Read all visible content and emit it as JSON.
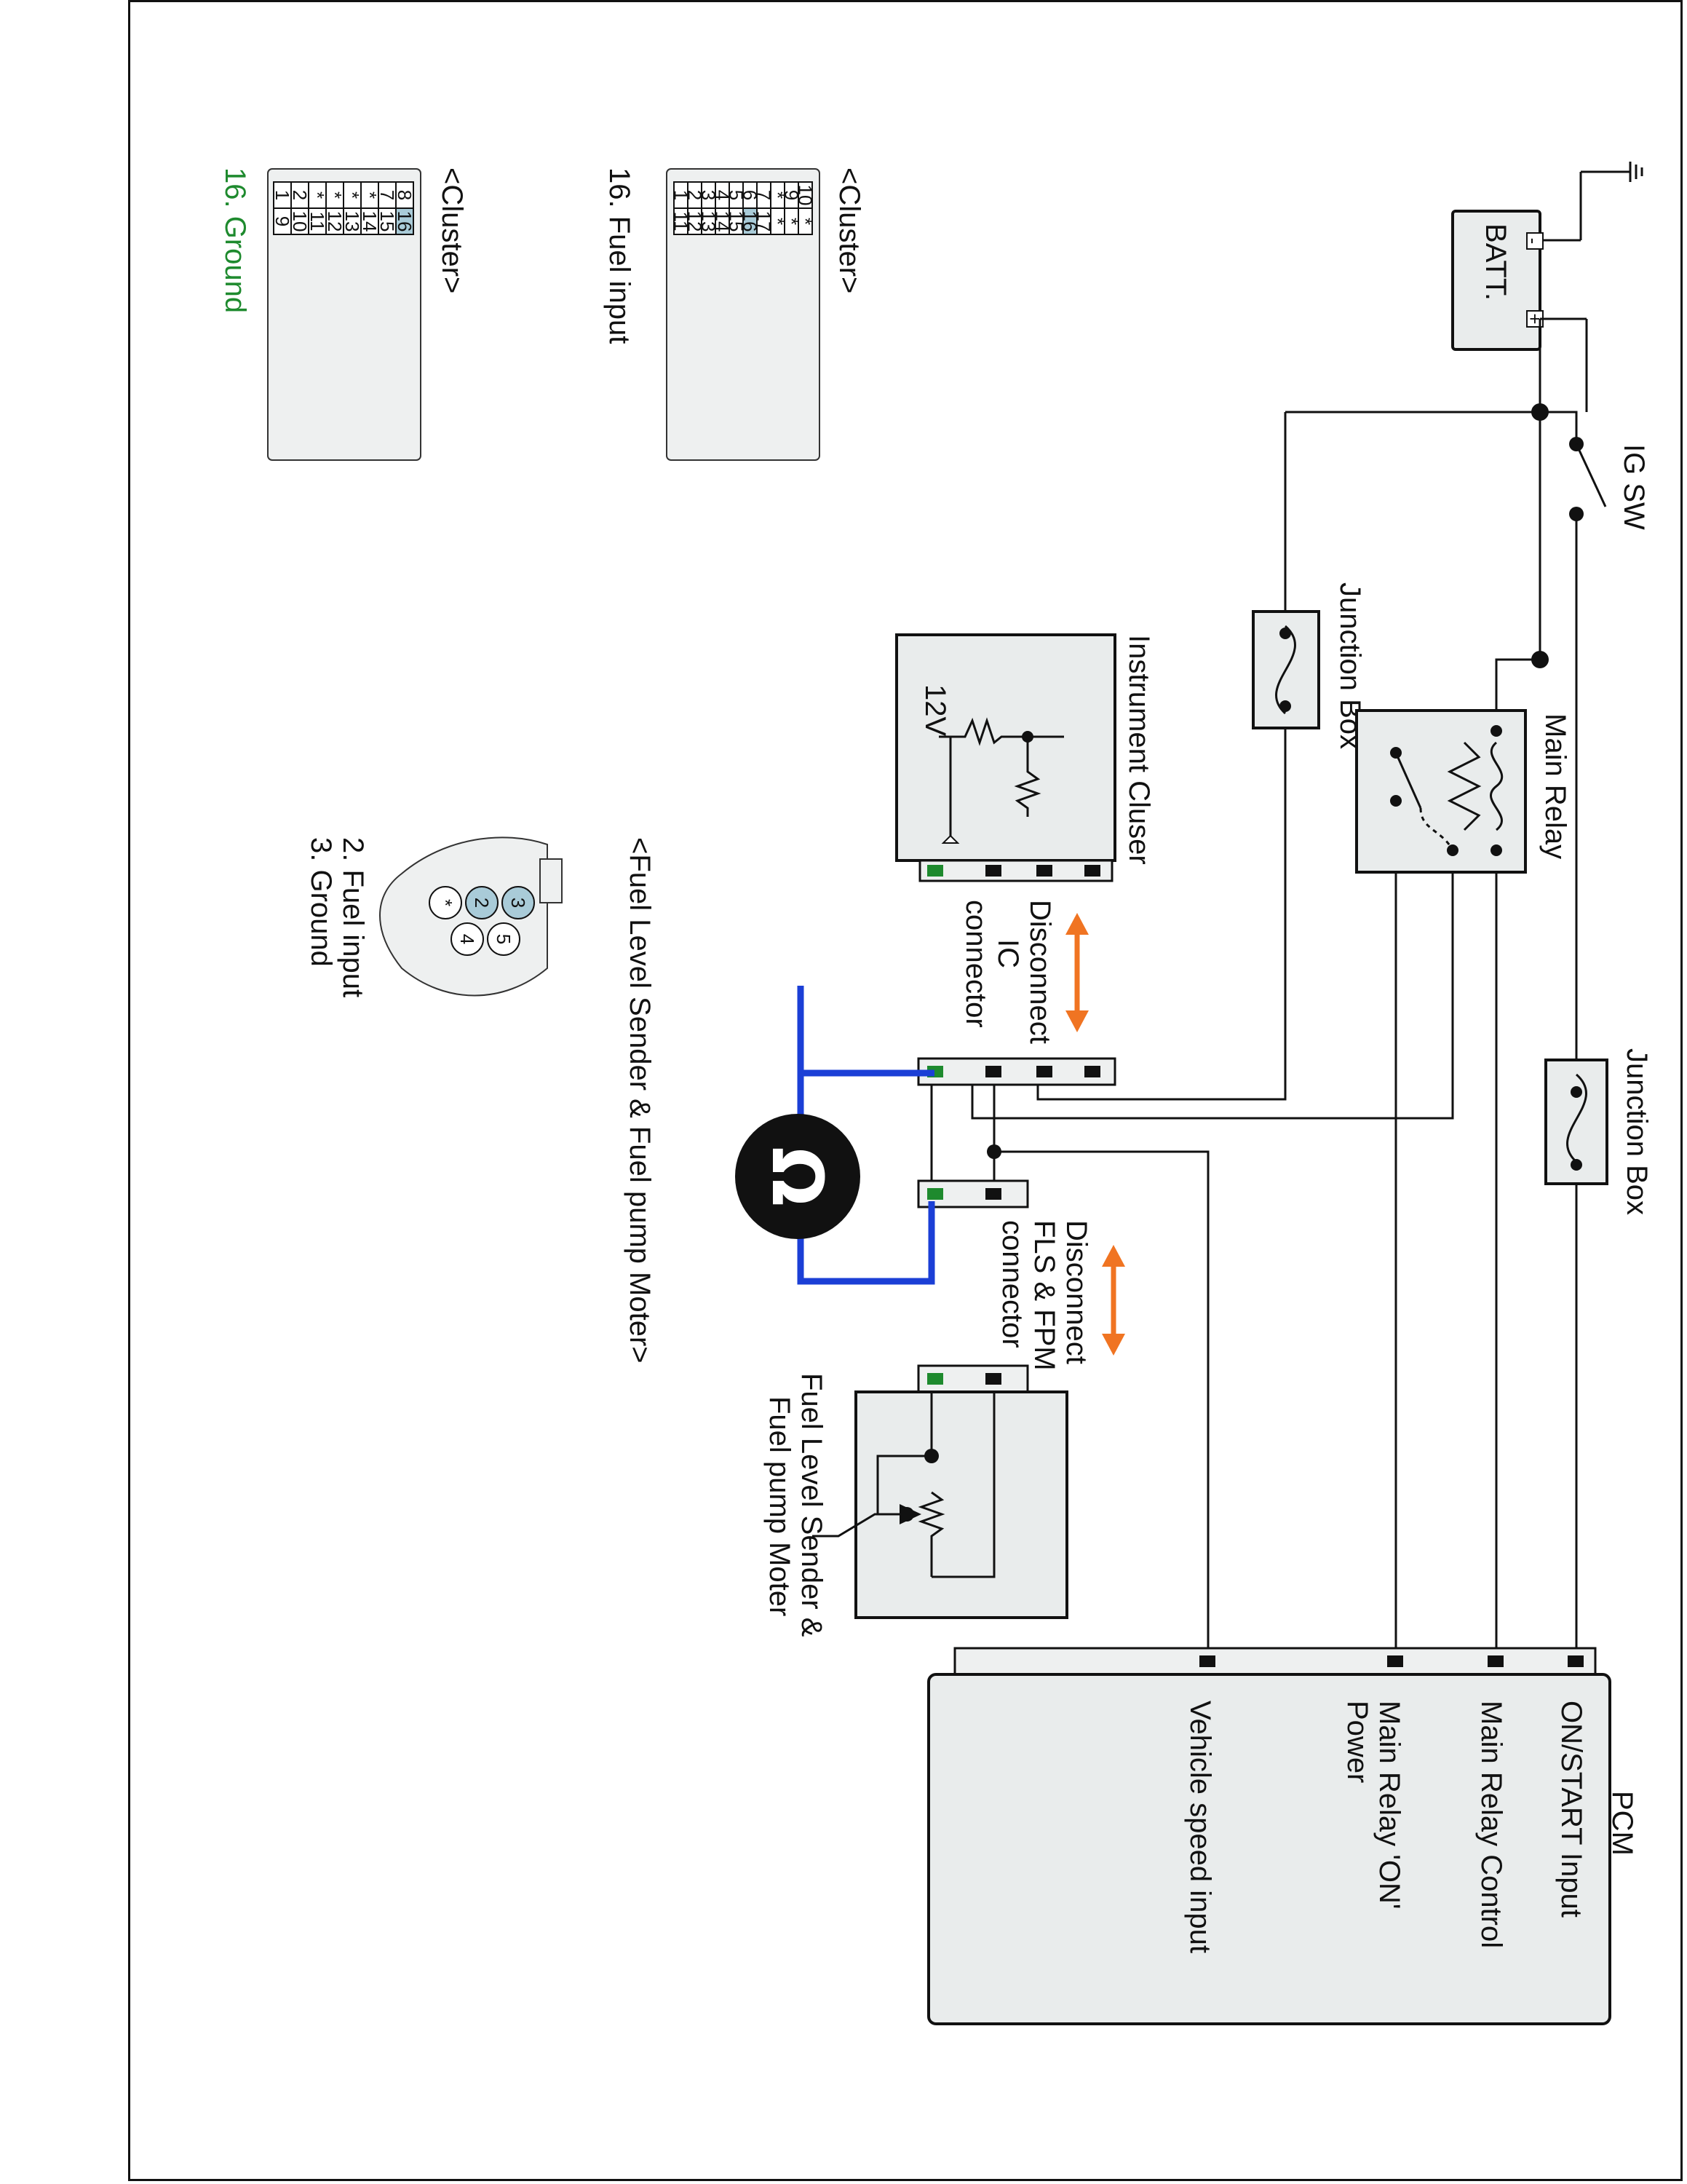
{
  "batt": {
    "label": "BATT.",
    "minus": "-",
    "plus": "+"
  },
  "ig_sw": {
    "label": "IG SW"
  },
  "junction_box_1": {
    "label": "Junction Box"
  },
  "junction_box_2": {
    "label": "Junction Box"
  },
  "main_relay": {
    "label": "Main Relay"
  },
  "instrument_cluster": {
    "label": "Instrument Cluser",
    "voltage": "12V"
  },
  "ic_disconnect": {
    "line1": "Disconnect",
    "line2": "IC",
    "line3": "connector"
  },
  "fls_disconnect": {
    "line1": "Disconnect",
    "line2": "FLS & FPM",
    "line3": "connector"
  },
  "fuel_sender": {
    "line1": "Fuel Level Sender &",
    "line2": "Fuel pump Moter"
  },
  "pcm": {
    "label": "PCM",
    "pins": [
      "ON/START Input",
      "Main Relay Control",
      "Main Relay 'ON'",
      "Power",
      "Vehicle speed input"
    ]
  },
  "cluster_top": {
    "title": "<Cluster>",
    "caption": "16. Fuel input",
    "row1": [
      "10",
      "9",
      "*",
      "7",
      "6",
      "5",
      "4",
      "3",
      "2",
      "1"
    ],
    "row2": [
      "*",
      "*",
      "*",
      "17",
      "16",
      "15",
      "14",
      "13",
      "12",
      "11"
    ],
    "highlight": "16"
  },
  "cluster_bottom": {
    "title": "<Cluster>",
    "caption": "16. Ground",
    "row1": [
      "8",
      "7",
      "*",
      "*",
      "*",
      "*",
      "2",
      "1"
    ],
    "row2": [
      "16",
      "15",
      "14",
      "13",
      "12",
      "11",
      "10",
      "9"
    ],
    "highlight": "16"
  },
  "fuel_connector": {
    "title": "<Fuel Level Sender & Fuel pump Moter>",
    "caption1": "2. Fuel input",
    "caption2": "3. Ground",
    "pins": [
      "3",
      "2",
      "*",
      "5",
      "4"
    ]
  },
  "colors": {
    "signal": "#1e8a2e",
    "disconnect_arrow": "#f07422",
    "test_wire": "#1b3fd6",
    "highlight": "#a9cbd8"
  },
  "meter_icon": "ohmmeter-icon"
}
